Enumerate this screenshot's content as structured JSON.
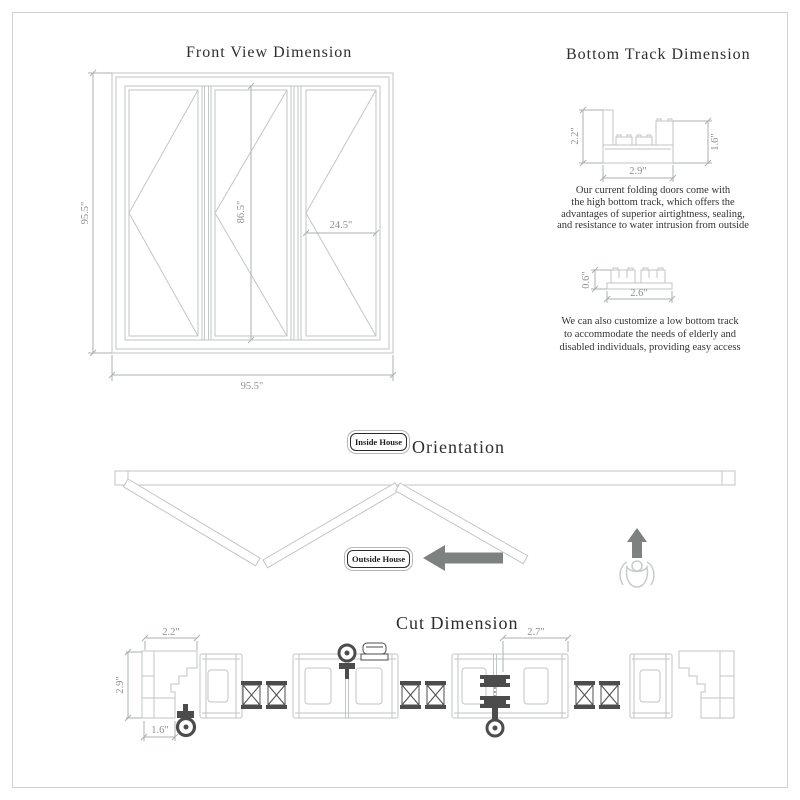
{
  "sheet": {
    "background": "#ffffff",
    "border_color": "#cdd1d0"
  },
  "front_view": {
    "title": "Front View Dimension",
    "overall_height": "95.5\"",
    "sash_height": "86.5\"",
    "panel_width": "24.5\"",
    "overall_width": "95.5\""
  },
  "bottom_track": {
    "title": "Bottom Track Dimension",
    "high_track": {
      "height": "2.2\"",
      "track_height": "1.6\"",
      "width": "2.9\"",
      "description": "Our current folding doors come with\nthe high bottom track, which offers the\nadvantages of superior airtightness, sealing,\nand resistance to water intrusion from outside"
    },
    "low_track": {
      "height": "0.6\"",
      "width": "2.6\"",
      "description": "We can also customize a low bottom track\nto accommodate the needs of elderly and\ndisabled individuals, providing easy access"
    }
  },
  "orientation": {
    "title": "Orientation",
    "inside_label": "Inside House",
    "outside_label": "Outside House"
  },
  "cut": {
    "title": "Cut Dimension",
    "frame_width": "2.2\"",
    "frame_depth": "2.9\"",
    "bottom_width": "1.6\"",
    "leaf_width": "2.7\""
  }
}
